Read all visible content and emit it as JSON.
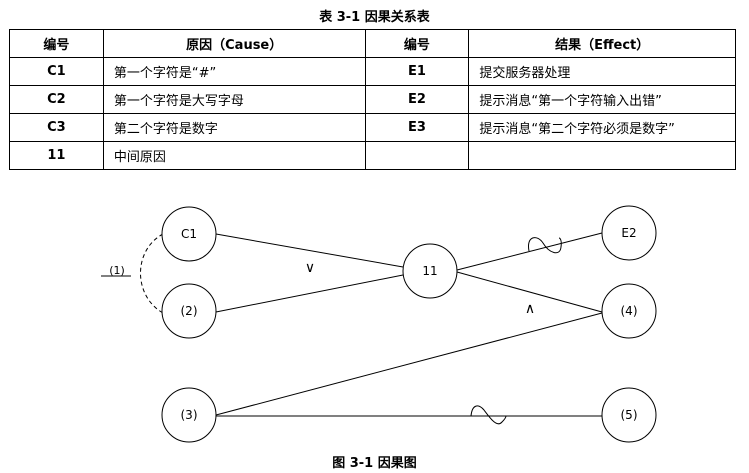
{
  "table": {
    "caption": "表 3-1  因果关系表",
    "headers": [
      "编号",
      "原因（Cause）",
      "编号",
      "结果（Effect）"
    ],
    "rows": [
      {
        "cause_id": "C1",
        "cause": "第一个字符是“#”",
        "effect_id": "E1",
        "effect": "提交服务器处理"
      },
      {
        "cause_id": "C2",
        "cause": "第一个字符是大写字母",
        "effect_id": "E2",
        "effect": "提示消息“第一个字符输入出错”"
      },
      {
        "cause_id": "C3",
        "cause": "第二个字符是数字",
        "effect_id": "E3",
        "effect": "提示消息“第二个字符必须是数字”"
      },
      {
        "cause_id": "11",
        "cause": "中间原因",
        "effect_id": "",
        "effect": ""
      }
    ]
  },
  "diagram": {
    "caption": "图 3-1  因果图",
    "nodes": [
      {
        "id": "c1",
        "label": "C1"
      },
      {
        "id": "n2",
        "label": "(2)"
      },
      {
        "id": "n3",
        "label": "(3)"
      },
      {
        "id": "mid",
        "label": "11"
      },
      {
        "id": "e2",
        "label": "E2"
      },
      {
        "id": "n4",
        "label": "(4)"
      },
      {
        "id": "n5",
        "label": "(5)"
      }
    ],
    "edges": [
      {
        "from": "c1",
        "to": "mid",
        "type": "plain"
      },
      {
        "from": "n2",
        "to": "mid",
        "type": "plain"
      },
      {
        "from": "mid",
        "to": "e2",
        "type": "not"
      },
      {
        "from": "mid",
        "to": "n4",
        "type": "plain"
      },
      {
        "from": "n3",
        "to": "n4",
        "type": "plain"
      },
      {
        "from": "n3",
        "to": "n5",
        "type": "not"
      }
    ],
    "constraint": {
      "between": [
        "c1",
        "n2"
      ],
      "label": "(1)"
    },
    "operators": [
      {
        "symbol": "∨",
        "meaning": "or",
        "near": "c1/n2 -> 11"
      },
      {
        "symbol": "∧",
        "meaning": "and",
        "near": "11/(3) -> (4)"
      }
    ]
  }
}
